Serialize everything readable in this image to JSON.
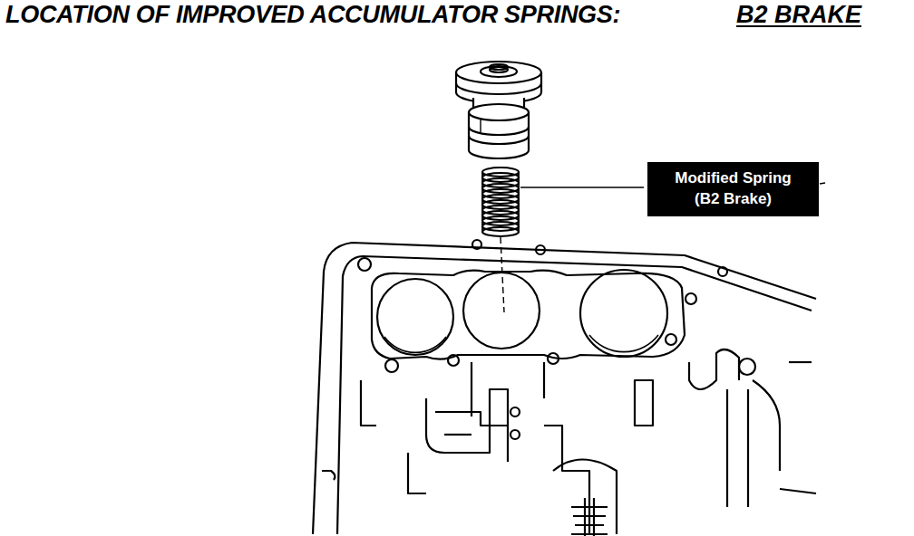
{
  "diagram": {
    "title": "LOCATION OF IMPROVED ACCUMULATOR SPRINGS:",
    "nodes": [
      {
        "text": [
          "Modified Spring (B2 Brake)"
        ]
      }
    ],
    "labels": [
      "B2 BRAKE"
    ]
  }
}
